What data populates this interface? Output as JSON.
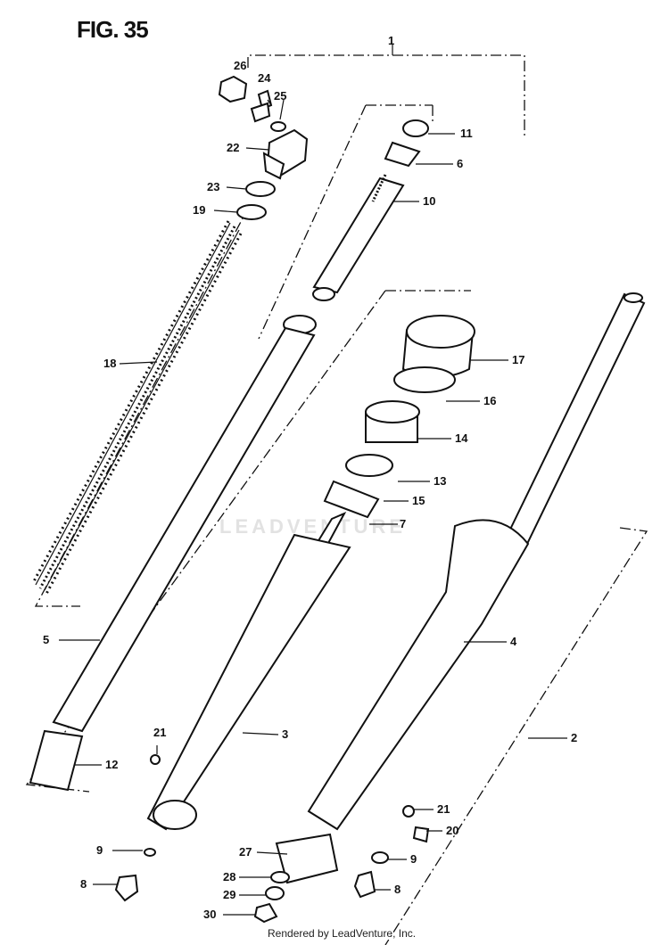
{
  "figure": {
    "title": "FIG. 35"
  },
  "footer": "Rendered by LeadVenture, Inc.",
  "watermark": "LEADVENTURE",
  "callouts": [
    {
      "id": "c1",
      "text": "1"
    },
    {
      "id": "c26",
      "text": "26"
    },
    {
      "id": "c24",
      "text": "24"
    },
    {
      "id": "c25",
      "text": "25"
    },
    {
      "id": "c22",
      "text": "22"
    },
    {
      "id": "c23",
      "text": "23"
    },
    {
      "id": "c19",
      "text": "19"
    },
    {
      "id": "c11",
      "text": "11"
    },
    {
      "id": "c6",
      "text": "6"
    },
    {
      "id": "c10",
      "text": "10"
    },
    {
      "id": "c18",
      "text": "18"
    },
    {
      "id": "c17",
      "text": "17"
    },
    {
      "id": "c16",
      "text": "16"
    },
    {
      "id": "c14",
      "text": "14"
    },
    {
      "id": "c13",
      "text": "13"
    },
    {
      "id": "c15",
      "text": "15"
    },
    {
      "id": "c7",
      "text": "7"
    },
    {
      "id": "c5",
      "text": "5"
    },
    {
      "id": "c4",
      "text": "4"
    },
    {
      "id": "c3",
      "text": "3"
    },
    {
      "id": "c21a",
      "text": "21"
    },
    {
      "id": "c2",
      "text": "2"
    },
    {
      "id": "c12",
      "text": "12"
    },
    {
      "id": "c21b",
      "text": "21"
    },
    {
      "id": "c20",
      "text": "20"
    },
    {
      "id": "c9a",
      "text": "9"
    },
    {
      "id": "c27",
      "text": "27"
    },
    {
      "id": "c9b",
      "text": "9"
    },
    {
      "id": "c8a",
      "text": "8"
    },
    {
      "id": "c28",
      "text": "28"
    },
    {
      "id": "c29",
      "text": "29"
    },
    {
      "id": "c8b",
      "text": "8"
    },
    {
      "id": "c30",
      "text": "30"
    }
  ]
}
